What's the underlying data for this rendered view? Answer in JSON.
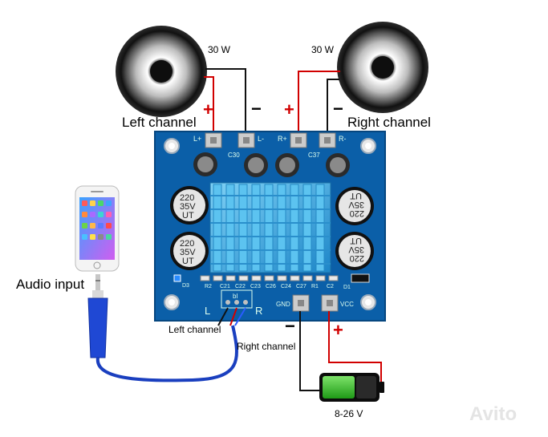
{
  "labels": {
    "left_speaker_power": "30 W",
    "right_speaker_power": "30 W",
    "left_channel_top": "Left channel",
    "right_channel_top": "Right channel",
    "audio_input": "Audio input",
    "left_channel_bottom": "Left channel",
    "right_channel_bottom": "Right channel",
    "supply_voltage": "8-26 V",
    "watermark": "Avito"
  },
  "polarity": {
    "plus": "+",
    "minus": "−"
  },
  "board": {
    "terminal_left_plus": "L+",
    "terminal_left_minus": "L-",
    "terminal_right_plus": "R+",
    "terminal_right_minus": "R-",
    "gnd": "GND",
    "vcc": "VCC",
    "cap_c30": "C30",
    "cap_c37": "C37",
    "cap_220": "220",
    "cap_35v": "35V",
    "cap_ut": "UT",
    "audio_l": "L",
    "audio_r": "R",
    "audio_bl": "bl",
    "silk_row": [
      "R2",
      "C21",
      "C22",
      "C23",
      "C26",
      "C24",
      "C27",
      "R1",
      "C2"
    ],
    "d3": "D3",
    "d1": "D1"
  },
  "colors": {
    "wire_positive": "#d10000",
    "wire_negative": "#111111",
    "board": "#0b5fa8",
    "cable": "#1a3fbf",
    "heatsink": "#39a9e0",
    "battery_fill": "#38c12d"
  }
}
